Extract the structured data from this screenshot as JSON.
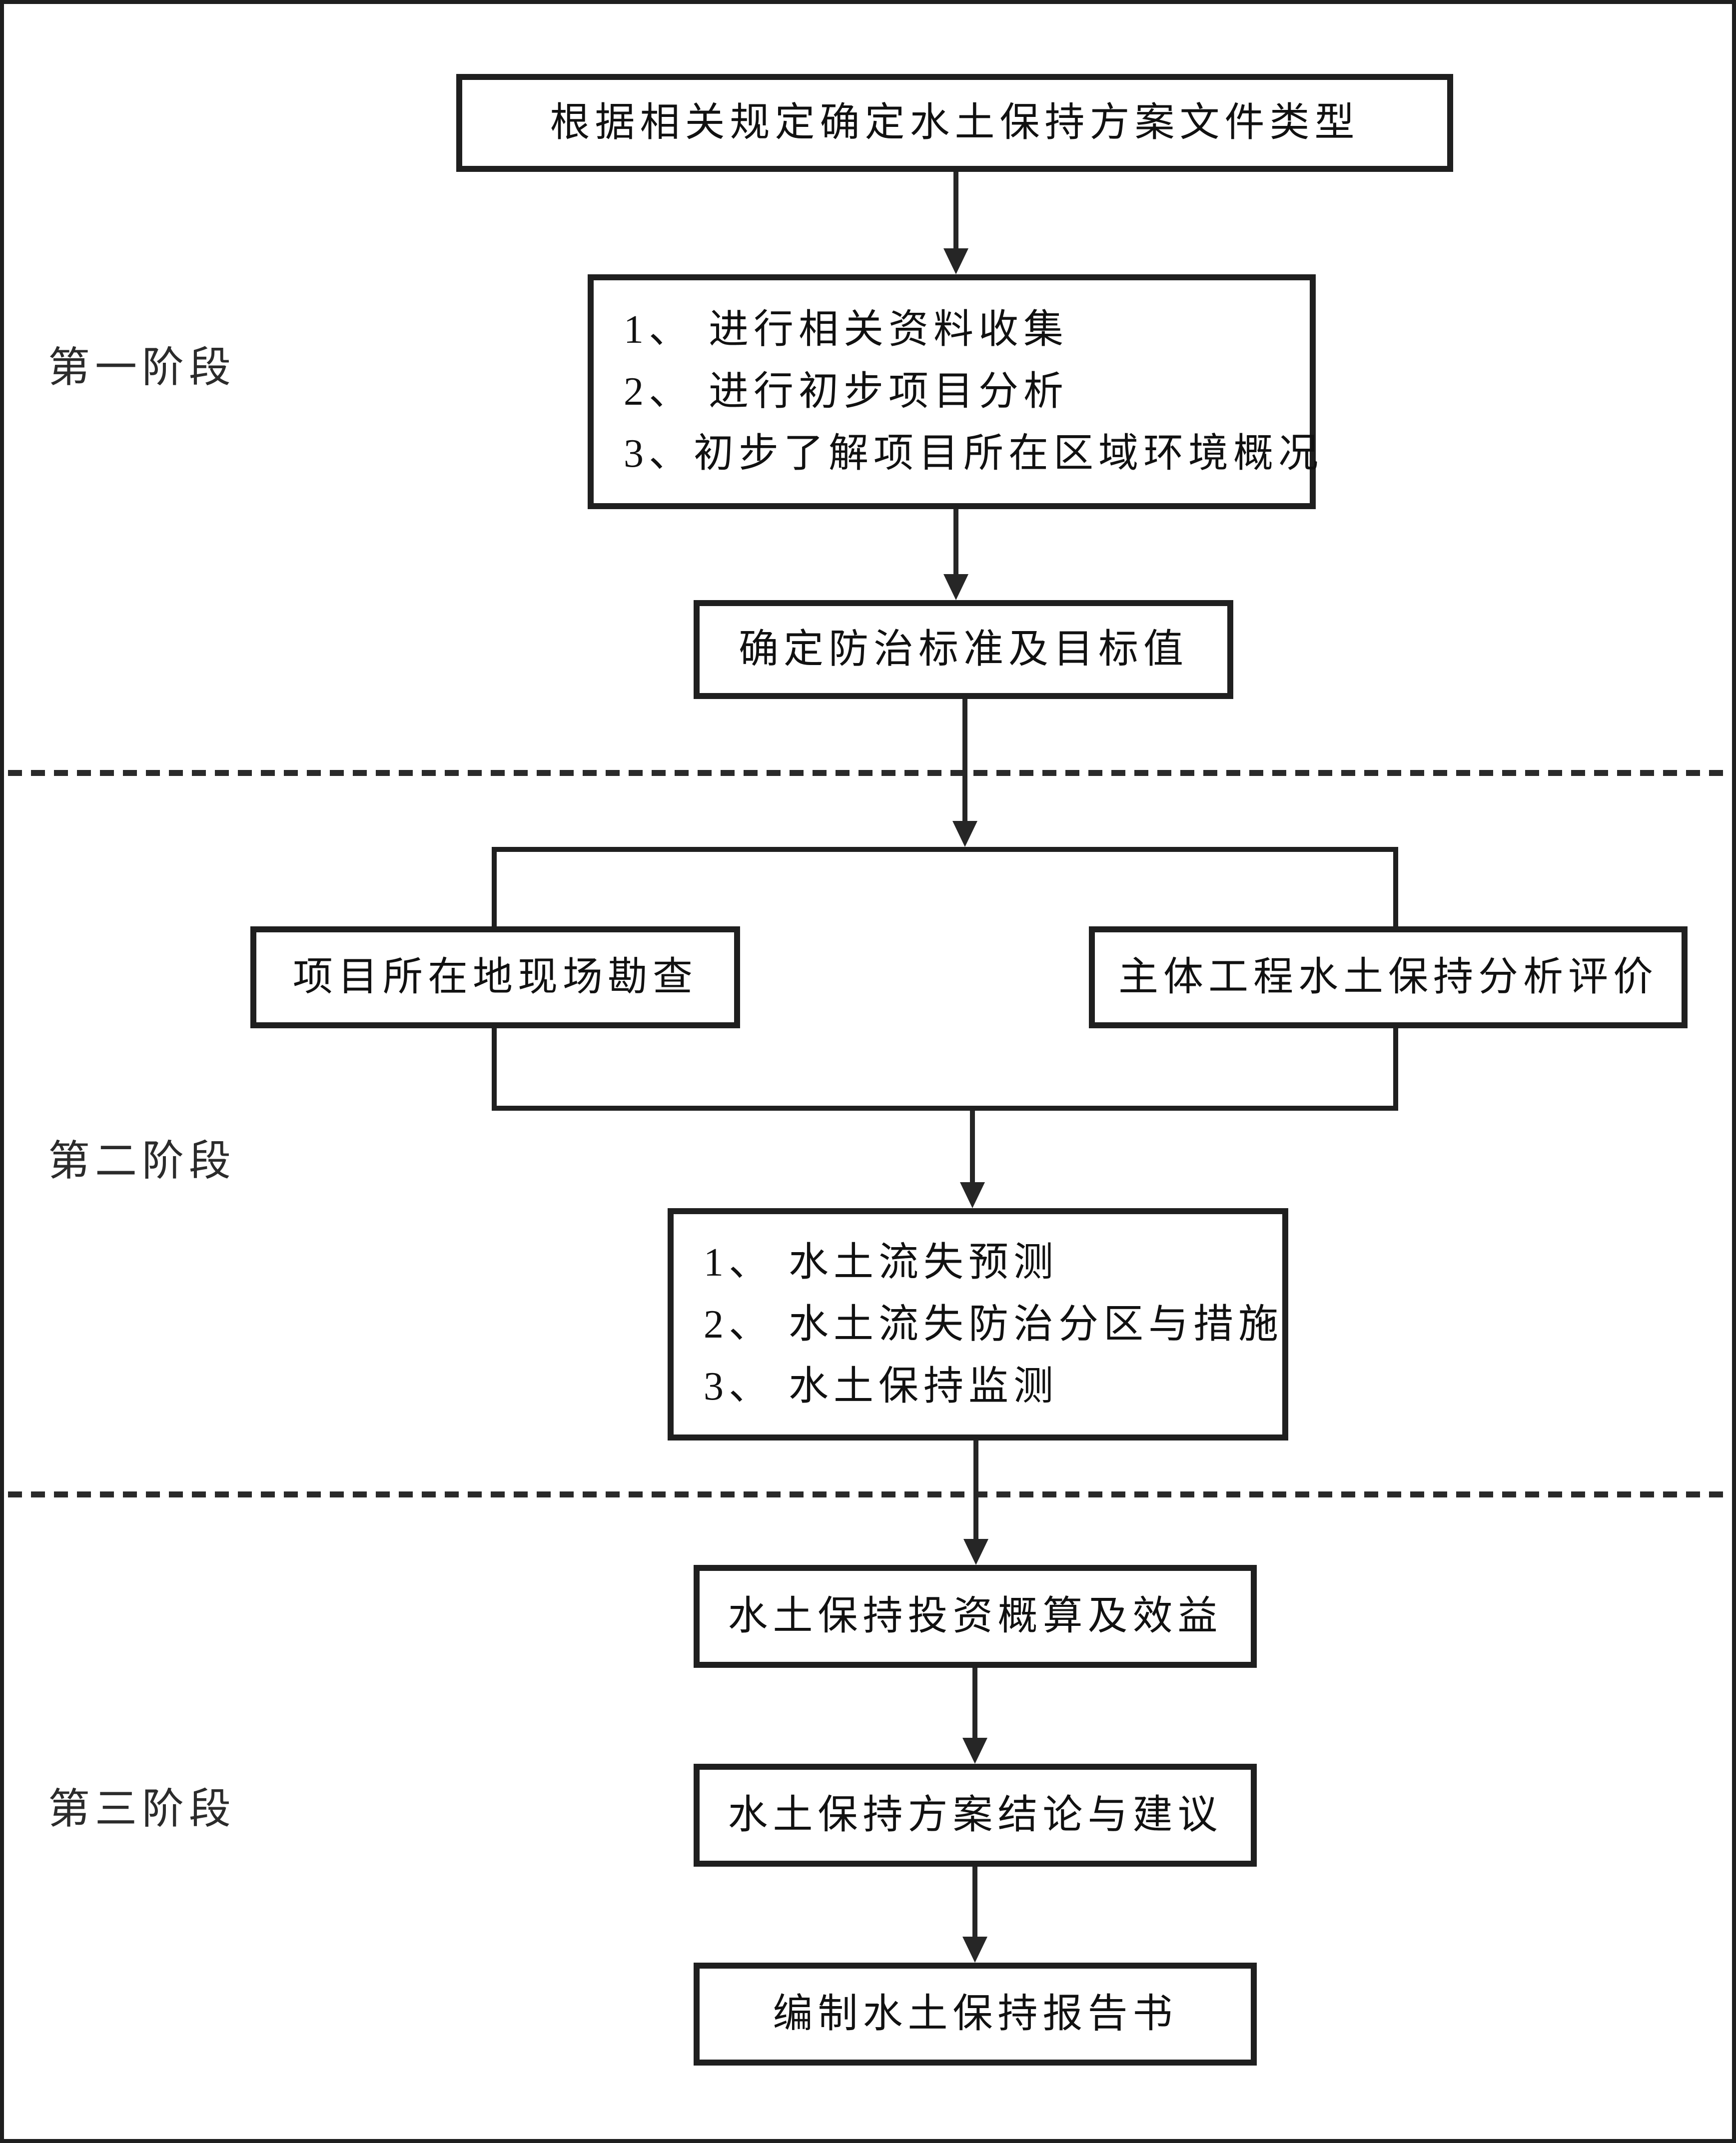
{
  "colors": {
    "line": "#262626",
    "border": "#1f1f1f",
    "text": "#111111",
    "background": "#ffffff"
  },
  "stages": [
    {
      "label": "第一阶段"
    },
    {
      "label": "第二阶段"
    },
    {
      "label": "第三阶段"
    }
  ],
  "nodes": {
    "file_type": "根据相关规定确定水土保持方案文件类型",
    "stage1_tasks": [
      "1、 进行相关资料收集",
      "2、 进行初步项目分析",
      "3、初步了解项目所在区域环境概况"
    ],
    "standard": "确定防治标准及目标值",
    "site_survey": "项目所在地现场勘查",
    "main_project_eval": "主体工程水土保持分析评价",
    "stage2_tasks": [
      "1、 水土流失预测",
      "2、 水土流失防治分区与措施",
      "3、 水土保持监测"
    ],
    "investment": "水土保持投资概算及效益",
    "conclusion": "水土保持方案结论与建议",
    "report": "编制水土保持报告书"
  }
}
